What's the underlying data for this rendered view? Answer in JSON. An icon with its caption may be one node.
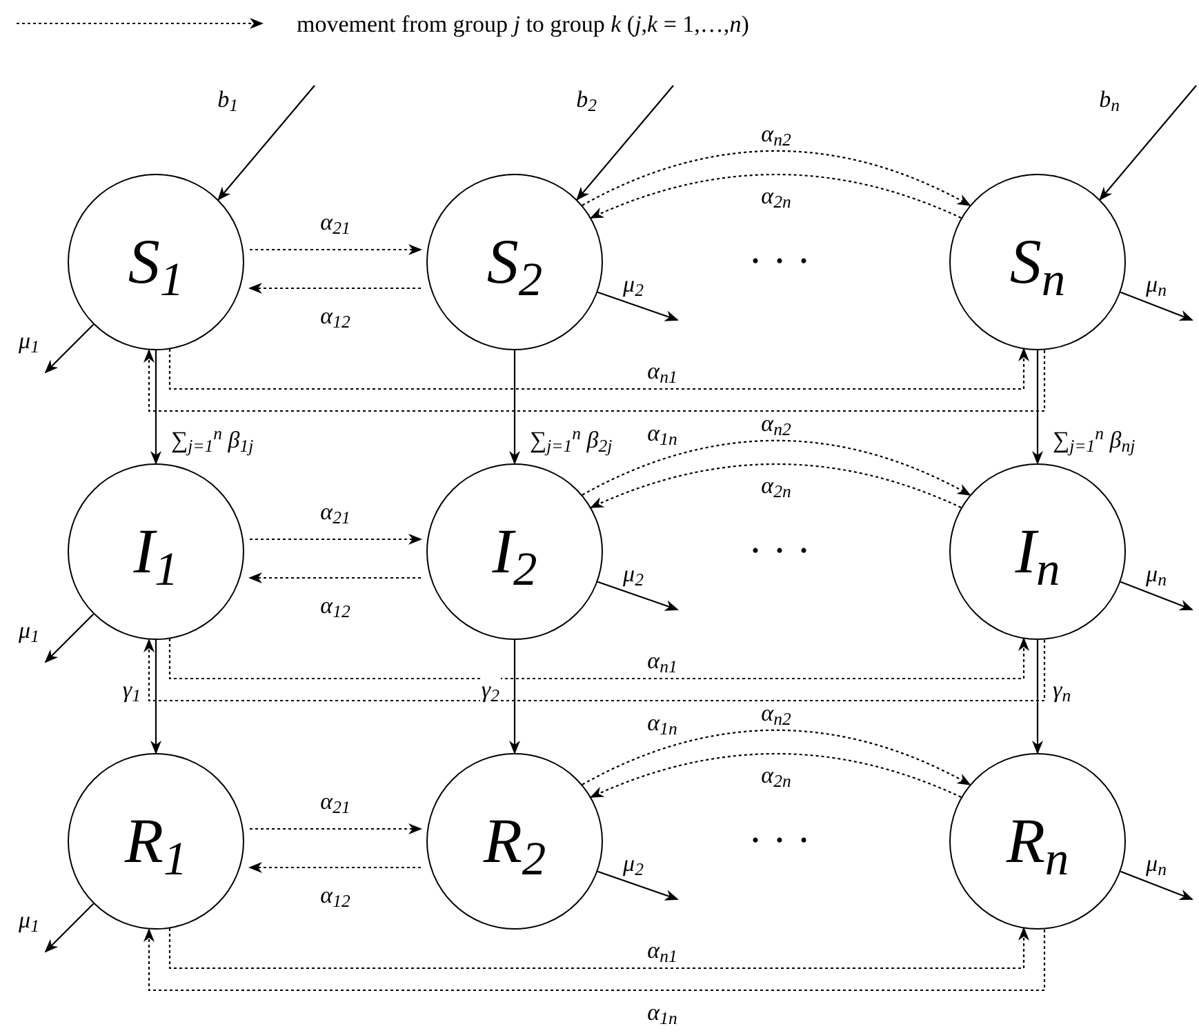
{
  "diagram": {
    "nodes": [
      {
        "text": [
          "S$_{1}$"
        ]
      },
      {
        "text": [
          "S$_{2}$"
        ]
      },
      {
        "text": [
          "S$_{n}$"
        ]
      },
      {
        "text": [
          "I$_{1}$"
        ]
      },
      {
        "text": [
          "I$_{2}$"
        ]
      },
      {
        "text": [
          "I$_{n}$"
        ]
      },
      {
        "text": [
          "R$_{1}$"
        ]
      },
      {
        "text": [
          "R$_{2}$"
        ]
      },
      {
        "text": [
          "R$_{n}$"
        ]
      }
    ],
    "edges": [
      {
        "from": 0,
        "to": 1,
        "arrow": "to",
        "style": "dashed",
        "label": "α$_{21}$"
      },
      {
        "from": 1,
        "to": 0,
        "arrow": "to",
        "style": "dashed",
        "label": "α$_{12}$"
      },
      {
        "from": 1,
        "to": 2,
        "arrow": "to",
        "style": "dashed",
        "label": "α$_{n2}$"
      },
      {
        "from": 2,
        "to": 1,
        "arrow": "to",
        "style": "dashed",
        "label": "α$_{2n}$"
      },
      {
        "from": 0,
        "to": 2,
        "arrow": "to",
        "style": "dashed",
        "label": "α$_{n1}$"
      },
      {
        "from": 2,
        "to": 0,
        "arrow": "to",
        "style": "dashed",
        "label": "α$_{1n}$"
      },
      {
        "from": 0,
        "to": null,
        "arrow": "to",
        "label": "μ$_{1}$"
      },
      {
        "from": 1,
        "to": null,
        "arrow": "to",
        "label": "μ$_{2}$"
      },
      {
        "from": 2,
        "to": null,
        "arrow": "to",
        "label": "μ$_{n}$"
      },
      {
        "from": 3,
        "to": 4,
        "arrow": "to",
        "style": "dashed",
        "label": "α$_{21}$"
      },
      {
        "from": 4,
        "to": 3,
        "arrow": "to",
        "style": "dashed",
        "label": "α$_{12}$"
      },
      {
        "from": 4,
        "to": 5,
        "arrow": "to",
        "style": "dashed",
        "label": "α$_{n2}$"
      },
      {
        "from": 5,
        "to": 4,
        "arrow": "to",
        "style": "dashed",
        "label": "α$_{2n}$"
      },
      {
        "from": 3,
        "to": 5,
        "arrow": "to",
        "style": "dashed",
        "label": "α$_{n1}$"
      },
      {
        "from": 5,
        "to": 3,
        "arrow": "to",
        "style": "dashed",
        "label": "α$_{1n}$"
      },
      {
        "from": 3,
        "to": null,
        "arrow": "to",
        "label": "μ$_{1}$"
      },
      {
        "from": 4,
        "to": null,
        "arrow": "to",
        "label": "μ$_{2}$"
      },
      {
        "from": 5,
        "to": null,
        "arrow": "to",
        "label": "μ$_{n}$"
      },
      {
        "from": 6,
        "to": 7,
        "arrow": "to",
        "style": "dashed",
        "label": "α$_{21}$"
      },
      {
        "from": 7,
        "to": 6,
        "arrow": "to",
        "style": "dashed",
        "label": "α$_{12}$"
      },
      {
        "from": 7,
        "to": 8,
        "arrow": "to",
        "style": "dashed",
        "label": "α$_{n2}$"
      },
      {
        "from": 8,
        "to": 7,
        "arrow": "to",
        "style": "dashed",
        "label": "α$_{2n}$"
      },
      {
        "from": 6,
        "to": 8,
        "arrow": "to",
        "style": "dashed",
        "label": "α$_{n1}$"
      },
      {
        "from": 8,
        "to": 6,
        "arrow": "to",
        "style": "dashed",
        "label": "α$_{1n}$"
      },
      {
        "from": 6,
        "to": null,
        "arrow": "to",
        "label": "μ$_{1}$"
      },
      {
        "from": 7,
        "to": null,
        "arrow": "to",
        "label": "μ$_{2}$"
      },
      {
        "from": 8,
        "to": null,
        "arrow": "to",
        "label": "μ$_{n}$"
      },
      {
        "from": null,
        "to": 0,
        "arrow": "to",
        "label": "b$_{1}$"
      },
      {
        "from": null,
        "to": 1,
        "arrow": "to",
        "label": "b$_{2}$"
      },
      {
        "from": null,
        "to": 2,
        "arrow": "to",
        "label": "b$_{n}$"
      },
      {
        "from": 0,
        "to": 3,
        "arrow": "to",
        "label": "∑$_{j=1}$$^{n}$ β$_{1j}$"
      },
      {
        "from": 1,
        "to": 4,
        "arrow": "to",
        "label": "∑$_{j=1}$$^{n}$ β$_{2j}$"
      },
      {
        "from": 2,
        "to": 5,
        "arrow": "to",
        "label": "∑$_{j=1}$$^{n}$ β$_{nj}$"
      },
      {
        "from": 3,
        "to": 6,
        "arrow": "to",
        "label": "γ$_{1}$"
      },
      {
        "from": 4,
        "to": 7,
        "arrow": "to",
        "label": "γ$_{2}$"
      },
      {
        "from": 5,
        "to": 8,
        "arrow": "to",
        "label": "γ$_{n}$"
      }
    ],
    "labels": [
      "· · ·",
      "· · ·",
      "· · ·"
    ],
    "legend": [
      {
        "text": "movement from group *j* to group *k* (*j*,*k* = 1,…,*n*)"
      }
    ]
  }
}
